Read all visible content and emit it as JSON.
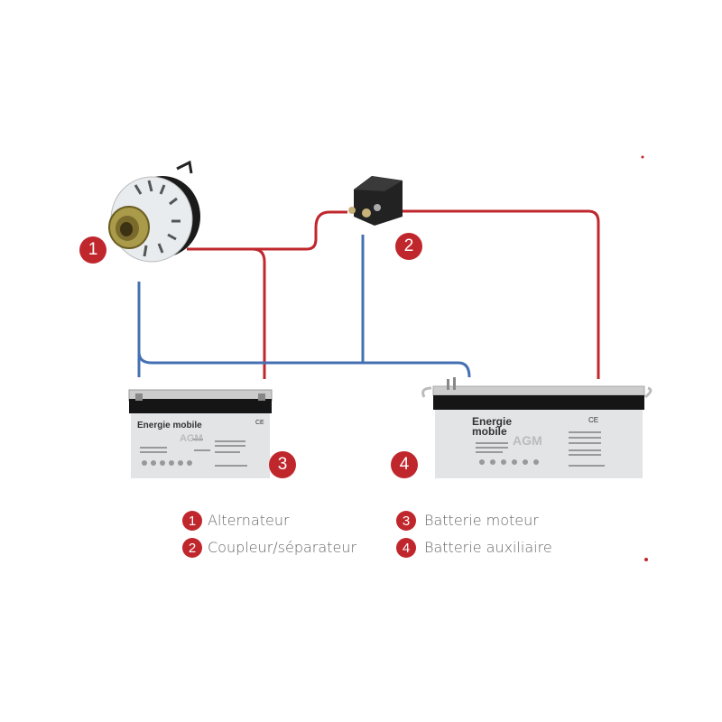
{
  "colors": {
    "positive_wire": "#c0272d",
    "negative_wire": "#4470b4",
    "badge": "#c0272d"
  },
  "components": [
    {
      "number": "1",
      "label": "Alternateur"
    },
    {
      "number": "2",
      "label": "Coupleur/séparateur"
    },
    {
      "number": "3",
      "label": "Batterie moteur"
    },
    {
      "number": "4",
      "label": "Batterie auxiliaire"
    }
  ],
  "battery_brand": "Energie mobile",
  "battery_type": "AGM",
  "battery_mark": "CE"
}
